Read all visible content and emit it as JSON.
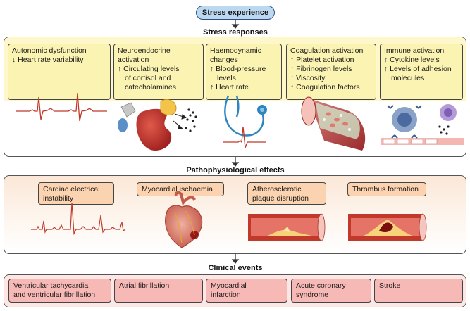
{
  "top": {
    "label": "Stress experience"
  },
  "sections": {
    "responses": "Stress responses",
    "patho": "Pathophysiological effects",
    "clinical": "Clinical events"
  },
  "responses": [
    {
      "title": "Autonomic dysfunction",
      "items": [
        "↓ Heart rate variability"
      ]
    },
    {
      "title": "Neuroendocrine",
      "title2": "activation",
      "items": [
        "↑ Circulating levels",
        "of cortisol and",
        "catecholamines"
      ]
    },
    {
      "title": "Haemodynamic",
      "title2": "changes",
      "items": [
        "↑ Blood-pressure",
        "levels",
        "↑ Heart rate"
      ]
    },
    {
      "title": "Coagulation activation",
      "items": [
        "↑ Platelet activation",
        "↑ Fibrinogen levels",
        "↑ Viscosity",
        "↑ Coagulation factors"
      ]
    },
    {
      "title": "Immune activation",
      "items": [
        "↑ Cytokine levels",
        "↑ Levels of adhesion",
        "molecules"
      ]
    }
  ],
  "effects": [
    {
      "lines": [
        "Cardiac electrical",
        "instability"
      ]
    },
    {
      "lines": [
        "Myocardial ischaemia"
      ]
    },
    {
      "lines": [
        "Atherosclerotic",
        "plaque disruption"
      ]
    },
    {
      "lines": [
        "Thrombus formation"
      ]
    }
  ],
  "clinical": [
    {
      "lines": [
        "Ventricular tachycardia",
        "and ventricular fibrillation"
      ]
    },
    {
      "lines": [
        "Atrial fibrillation"
      ]
    },
    {
      "lines": [
        "Myocardial",
        "infarction"
      ]
    },
    {
      "lines": [
        "Acute coronary",
        "syndrome"
      ]
    },
    {
      "lines": [
        "Stroke"
      ]
    }
  ],
  "colors": {
    "pill": "#bcd7f0",
    "yellow_box": "#fbf3b2",
    "orange_box": "#fbd3b0",
    "pink_box": "#f7b9b6",
    "ecg": "#c0392b"
  }
}
